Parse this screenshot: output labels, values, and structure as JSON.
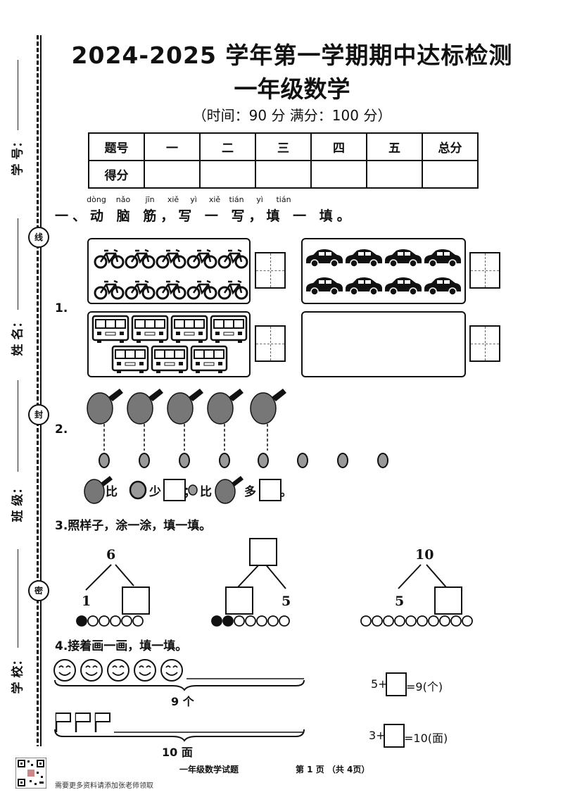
{
  "side": {
    "labels": [
      "学  号：",
      "姓  名：",
      "班  级：",
      "学  校："
    ],
    "seals": [
      "线",
      "封",
      "密"
    ]
  },
  "header": {
    "title": "2024-2025 学年第一学期期中达标检测",
    "subtitle": "一年级数学",
    "time_info": "（时间：90 分   满分：100 分）"
  },
  "score_table": {
    "row1": [
      "题号",
      "一",
      "二",
      "三",
      "四",
      "五",
      "总分"
    ],
    "row2_label": "得分"
  },
  "section1": {
    "pinyin": [
      "dòng",
      "nǎo",
      "jīn",
      "xiě",
      "yì",
      "xiě",
      "tián",
      "yì",
      "tián"
    ],
    "title": "一、动 脑 筋，写 一 写，填 一 填。",
    "q1_num": "1.",
    "q2_num": "2.",
    "q2_text1": "比",
    "q2_text2": "少",
    "q2_text3": "；",
    "q2_text4": "比",
    "q2_text5": "多",
    "q2_text6": "。"
  },
  "q3": {
    "title": "3.照样子，涂一涂，填一填。",
    "tree1_top": "6",
    "tree1_left": "1",
    "tree2_right": "5",
    "tree3_top": "10",
    "tree3_left": "5"
  },
  "q4": {
    "title": "4.接着画一画，填一填。",
    "label1": "9 个",
    "label2": "10 面",
    "eq1_a": "5+",
    "eq1_b": "=9(个)",
    "eq2_a": "3+",
    "eq2_b": "=10(面)"
  },
  "footer": {
    "center": "一年级数学试题",
    "page": "第 1 页  （共 4页）",
    "note": "需要更多资料请添加张老师领取"
  }
}
